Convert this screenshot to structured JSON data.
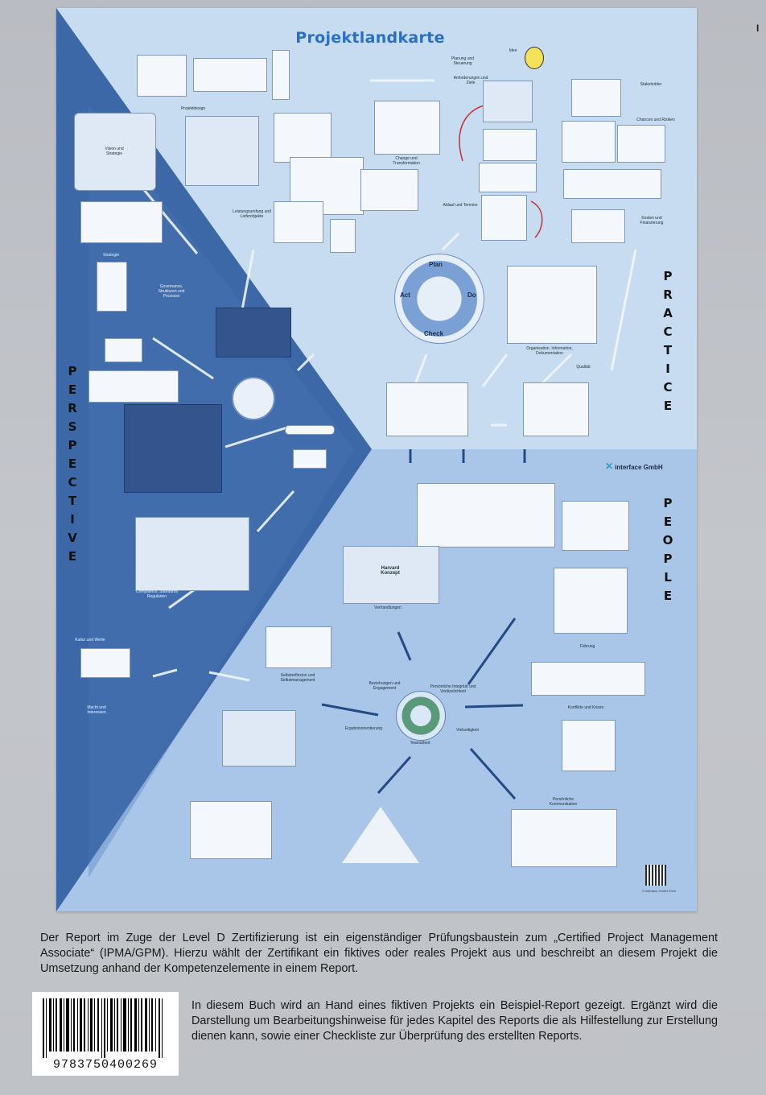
{
  "poster": {
    "title": "Projektlandkarte",
    "perspective": [
      "P",
      "E",
      "R",
      "S",
      "P",
      "E",
      "C",
      "T",
      "I",
      "V",
      "E"
    ],
    "practice": [
      "P",
      "R",
      "A",
      "C",
      "T",
      "I",
      "C",
      "E"
    ],
    "people": [
      "P",
      "E",
      "O",
      "P",
      "L",
      "E"
    ],
    "company": "interface GmbH",
    "copyright": "© interface GmbH 2019",
    "pdca": {
      "plan": "Plan",
      "do": "Do",
      "check": "Check",
      "act": "Act"
    },
    "labels": {
      "idee": "Idee",
      "stakeholder": "Stakeholder",
      "planung": "Planung und Steuerung",
      "anforderungen": "Anforderungen und Ziele",
      "change": "Change und Transformation",
      "chancen": "Chancen und Risiken",
      "ablauf": "Ablauf und Termine",
      "kosten": "Kosten und Finanzierung",
      "leistung": "Leistungsumfang und Lieferobjekte",
      "projektdesign": "Projektdesign",
      "organisation": "Organisation, Information, Dokumentation",
      "qualitaet": "Qualität",
      "vision": "Vision und Strategie",
      "strategie": "Strategie",
      "governance": "Governance, Strukturen und Prozesse",
      "compliance": "Compliance, Standards Regularien",
      "kultur": "Kultur und Werte",
      "macht": "Macht und Interessen",
      "harvard": "Harvard Konzept",
      "verhandlungen": "Verhandlungen",
      "selbstreflexion": "Selbstreflexion und Selbstmanagement",
      "beziehungen": "Beziehungen und Engagement",
      "integritaet": "Persönliche Integrität und Verlässlichkeit",
      "teamarbeit": "Teamarbeit",
      "konflikte": "Konflikte und Krisen",
      "ergebnisorientierung": "Ergebnisorientierung",
      "vielseitigkeit": "Vielseitigkeit",
      "kommunikation": "Persönliche Kommunikation",
      "fuehrung": "Führung"
    }
  },
  "description": {
    "p1": "Der Report im Zuge der Level D Zertifizierung ist ein eigenständiger Prüfungsbaustein zum „Certified Project Management Associate“ (IPMA/GPM). Hierzu wählt der Zertifikant ein fiktives oder reales Projekt aus und beschreibt an diesem Projekt die Umsetzung anhand der Kompetenzelemente in einem Report.",
    "p2": "In diesem Buch wird an Hand eines fiktiven Projekts ein Beispiel-Report gezeigt. Ergänzt wird die Darstellung um Bearbeitungshinweise für jedes Kapitel des Reports die als Hilfestellung zur Erstellung dienen kann, sowie einer Checkliste zur Überprüfung des erstellten Reports."
  },
  "barcode": {
    "isbn": "9783750400269"
  },
  "edge_mark": "I"
}
